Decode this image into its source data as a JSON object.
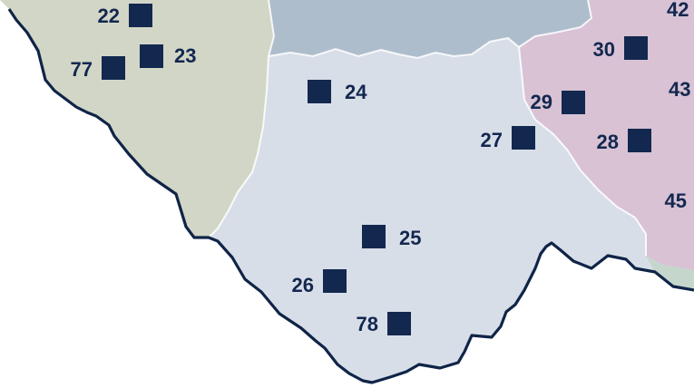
{
  "map": {
    "colors": {
      "region_olive": "#d2d6c6",
      "region_central": "#d8dee8",
      "region_slate": "#aebdcc",
      "region_mauve": "#d8c2d4",
      "region_green": "#c5d6cd",
      "outline": "#0f2447",
      "marker": "#13284f"
    },
    "stations": [
      {
        "id": "22",
        "label": "22"
      },
      {
        "id": "23",
        "label": "23"
      },
      {
        "id": "77",
        "label": "77"
      },
      {
        "id": "24",
        "label": "24"
      },
      {
        "id": "30",
        "label": "30"
      },
      {
        "id": "29",
        "label": "29"
      },
      {
        "id": "27",
        "label": "27"
      },
      {
        "id": "28",
        "label": "28"
      },
      {
        "id": "25",
        "label": "25"
      },
      {
        "id": "26",
        "label": "26"
      },
      {
        "id": "78",
        "label": "78"
      },
      {
        "id": "42",
        "label": "42"
      },
      {
        "id": "43",
        "label": "43"
      },
      {
        "id": "45",
        "label": "45"
      }
    ]
  }
}
